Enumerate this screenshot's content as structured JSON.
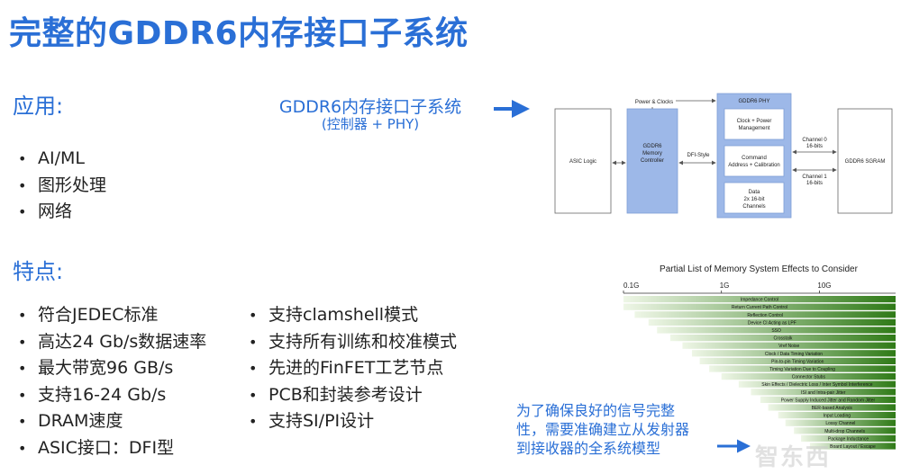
{
  "title": "完整的GDDR6内存接口子系统",
  "applications": {
    "heading": "应用:",
    "items": [
      "AI/ML",
      "图形处理",
      "网络"
    ]
  },
  "features": {
    "heading": "特点:",
    "left": [
      "符合JEDEC标准",
      "高达24 Gb/s数据速率",
      "最大带宽96 GB/s",
      "支持16-24 Gb/s",
      "DRAM速度",
      "ASIC接口：DFI型"
    ],
    "right": [
      "支持clamshell模式",
      "支持所有训练和校准模式",
      "先进的FinFET工艺节点",
      "PCB和封装参考设计",
      "支持SI/PI设计"
    ]
  },
  "diagram": {
    "caption_line1": "GDDR6内存接口子系统",
    "caption_line2": "(控制器 + PHY)",
    "power_clocks": "Power & Clocks",
    "asic_logic": "ASIC Logic",
    "controller": [
      "GDDR6",
      "Memory",
      "Controller"
    ],
    "dfi": "DFI-Style",
    "phy_title": "GDDR6 PHY",
    "phy_blocks": [
      [
        "Clock + Power",
        "Management"
      ],
      [
        "Command",
        "Address + Calibration"
      ],
      [
        "Data",
        "2x 16-bit",
        "Channels"
      ]
    ],
    "channel0": [
      "Channel 0",
      "16-bits"
    ],
    "channel1": [
      "Channel 1",
      "16-bits"
    ],
    "sgram": "GDDR6 SGRAM"
  },
  "effects_chart": {
    "title": "Partial List of Memory System Effects to Consider",
    "ticks": [
      "0.1G",
      "1G",
      "10G"
    ],
    "items": [
      "Impedance Control",
      "Return Current Path Control",
      "Reflection Control",
      "Device CI Acting as LPF",
      "SSO",
      "Crosstalk",
      "Vref Noise",
      "Clock / Data Timing Variation",
      "Pin-to-pin Timing Variation",
      "Timing Variation Due to Coupling",
      "Connector Stubs",
      "Skin Effects / Dielectric Loss / Inter Symbol Interference",
      "ISI and Intra-pair Jitter",
      "Power Supply Induced Jitter and Random Jitter",
      "BER-based Analysis",
      "Input Loading",
      "Lossy Channel",
      "Multi-drop Channels",
      "Package Inductance",
      "Board Layout / Escape"
    ]
  },
  "chart_data": {
    "type": "bar",
    "title": "Partial List of Memory System Effects to Consider",
    "tick_labels": [
      "0.1G",
      "1G",
      "10G"
    ],
    "categories": [
      "Impedance Control",
      "Return Current Path Control",
      "Reflection Control",
      "Device CI Acting as LPF",
      "SSO",
      "Crosstalk",
      "Vref Noise",
      "Clock / Data Timing Variation",
      "Pin-to-pin Timing Variation",
      "Timing Variation Due to Coupling",
      "Connector Stubs",
      "Skin Effects / Dielectric Loss / Inter Symbol Interference",
      "ISI and Intra-pair Jitter",
      "Power Supply Induced Jitter and Random Jitter",
      "BER-based Analysis",
      "Input Loading",
      "Lossy Channel",
      "Multi-drop Channels",
      "Package Inductance",
      "Board Layout / Escape"
    ],
    "start_values": [
      0.1,
      0.1,
      0.13,
      0.18,
      0.22,
      0.3,
      0.4,
      0.5,
      0.6,
      0.75,
      1.0,
      1.5,
      2.0,
      2.5,
      3.0,
      3.8,
      4.5,
      5.5,
      6.5,
      8.0
    ],
    "end_value": 60,
    "scale": "log"
  },
  "note": "为了确保良好的信号完整性，需要准确建立从发射器到接收器的全系统模型",
  "watermark": "智东西",
  "colors": {
    "accent": "#2a6fd6",
    "controller_fill": "#9db8e8",
    "bar_dark": "#2f7a17",
    "bar_light": "#eef6e6"
  }
}
